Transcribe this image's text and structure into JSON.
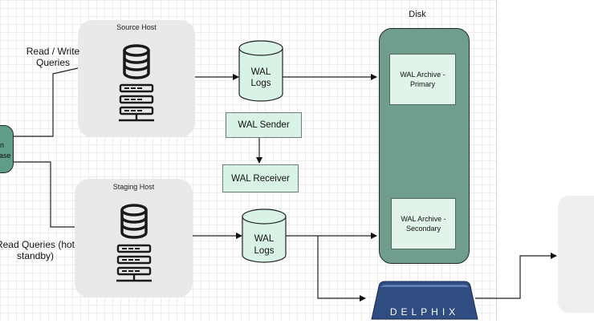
{
  "diagram": {
    "source_host": {
      "title": "Source Host"
    },
    "staging_host": {
      "title": "Staging  Host"
    },
    "read_write_queries": {
      "line1": "Read / Write",
      "line2": "Queries"
    },
    "read_queries": {
      "line1": "Read Queries (hot",
      "line2": "standby)"
    },
    "primary_db": {
      "line1": "n",
      "line2": "ase"
    },
    "wal_logs_top": {
      "line1": "WAL",
      "line2": "Logs"
    },
    "wal_logs_bottom": {
      "line1": "WAL",
      "line2": "Logs"
    },
    "wal_sender": "WAL Sender",
    "wal_receiver": "WAL Receiver",
    "disk": {
      "title": "Disk",
      "archive_primary": {
        "line1": "WAL Archive -",
        "line2": "Primary"
      },
      "archive_secondary": {
        "line1": "WAL Archive -",
        "line2": "Secondary"
      }
    },
    "delphix": "DELPHIX"
  }
}
